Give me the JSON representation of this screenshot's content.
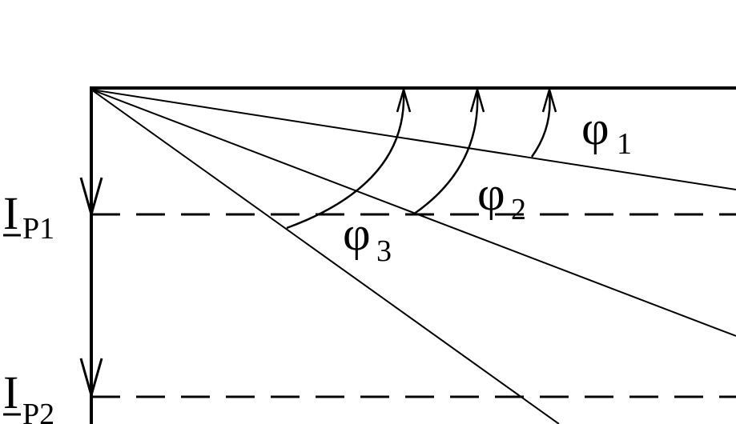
{
  "labels": {
    "current_1": {
      "main": "I",
      "sub": "P1"
    },
    "current_2": {
      "main": "I",
      "sub": "P2"
    },
    "angle_1": {
      "main": "φ",
      "sub": "1"
    },
    "angle_2": {
      "main": "φ",
      "sub": "2"
    },
    "angle_3": {
      "main": "φ",
      "sub": "3"
    }
  },
  "colors": {
    "line": "#000000",
    "background": "#ffffff"
  }
}
